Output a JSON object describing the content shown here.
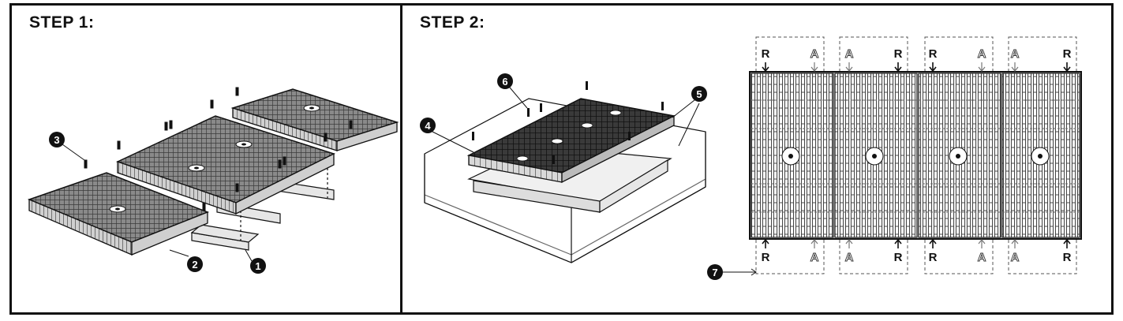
{
  "steps": [
    {
      "title": "STEP 1:"
    },
    {
      "title": "STEP 2:"
    }
  ],
  "callouts": [
    {
      "label": "1"
    },
    {
      "label": "2"
    },
    {
      "label": "3"
    },
    {
      "label": "4"
    },
    {
      "label": "5"
    },
    {
      "label": "6"
    },
    {
      "label": "7"
    }
  ],
  "layout_labels": {
    "r": "R",
    "a": "A"
  },
  "colors": {
    "line": "#111111",
    "panel_fill": "#ffffff",
    "grate_dark": "#2a2a2a",
    "grate_light": "#bdbdbd"
  }
}
